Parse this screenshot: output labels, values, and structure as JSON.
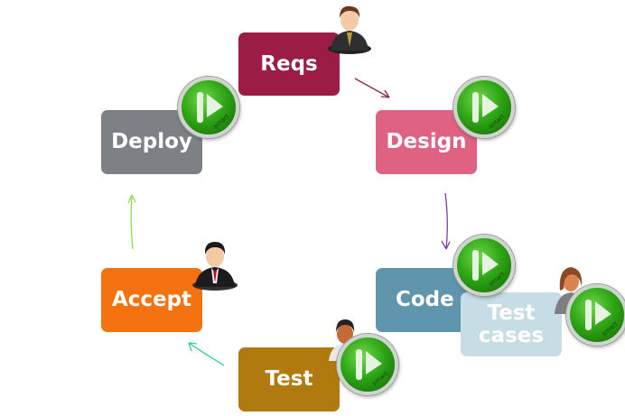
{
  "diagram": {
    "stages": [
      {
        "id": "reqs",
        "label": "Reqs",
        "color": "#9b1d45"
      },
      {
        "id": "design",
        "label": "Design",
        "color": "#e06283"
      },
      {
        "id": "code",
        "label": "Code",
        "color": "#5f96ad"
      },
      {
        "id": "test-cases",
        "label": "Test cases",
        "color": "#c7dde5"
      },
      {
        "id": "test",
        "label": "Test",
        "color": "#b07a0e"
      },
      {
        "id": "accept",
        "label": "Accept",
        "color": "#f47210"
      },
      {
        "id": "deploy",
        "label": "Deploy",
        "color": "#7d8186"
      }
    ],
    "badge_text": "smart",
    "flow": [
      "Reqs",
      "Design",
      "Code",
      "Test",
      "Accept",
      "Deploy",
      "Reqs"
    ]
  }
}
